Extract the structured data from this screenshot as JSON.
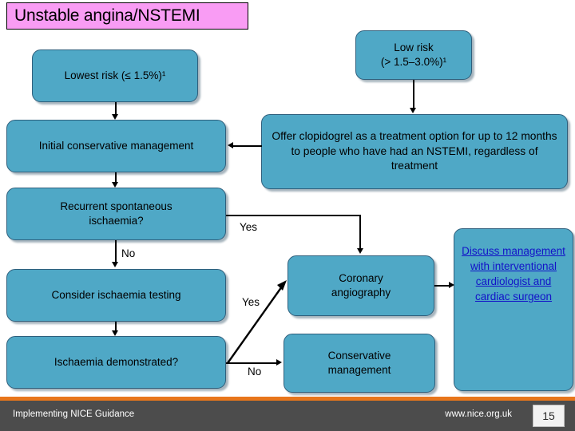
{
  "slide": {
    "title": "Unstable angina/NSTEMI",
    "title_bg": "#F99CF4",
    "node_fill": "#4FA8C6",
    "node_border": "#2F5F7C",
    "link_color": "#1313C8",
    "accent_orange": "#E8761B",
    "footer_bg": "#4C4C4C"
  },
  "nodes": {
    "lowest_risk": "Lowest risk (≤ 1.5%)¹",
    "low_risk_line1": "Low risk",
    "low_risk_line2": "(> 1.5–3.0%)¹",
    "initial_conservative": "Initial conservative management",
    "clopidogrel": "Offer clopidogrel as a treatment option for up to 12 months to people who have had an NSTEMI, regardless of treatment",
    "recurrent_line1": "Recurrent spontaneous",
    "recurrent_line2": "ischaemia?",
    "consider_testing": "Consider ischaemia testing",
    "ischaemia_demonstrated": "Ischaemia demonstrated?",
    "coronary_line1": "Coronary",
    "coronary_line2": "angiography",
    "conservative_line1": "Conservative",
    "conservative_line2": "management",
    "discuss_link": "Discuss management with interventional cardiologist and cardiac surgeon"
  },
  "edge_labels": {
    "recurrent_yes": "Yes",
    "recurrent_no": "No",
    "demonstrated_yes": "Yes",
    "demonstrated_no": "No"
  },
  "footer": {
    "left": "Implementing NICE Guidance",
    "url": "www.nice.org.uk",
    "page": "15"
  }
}
